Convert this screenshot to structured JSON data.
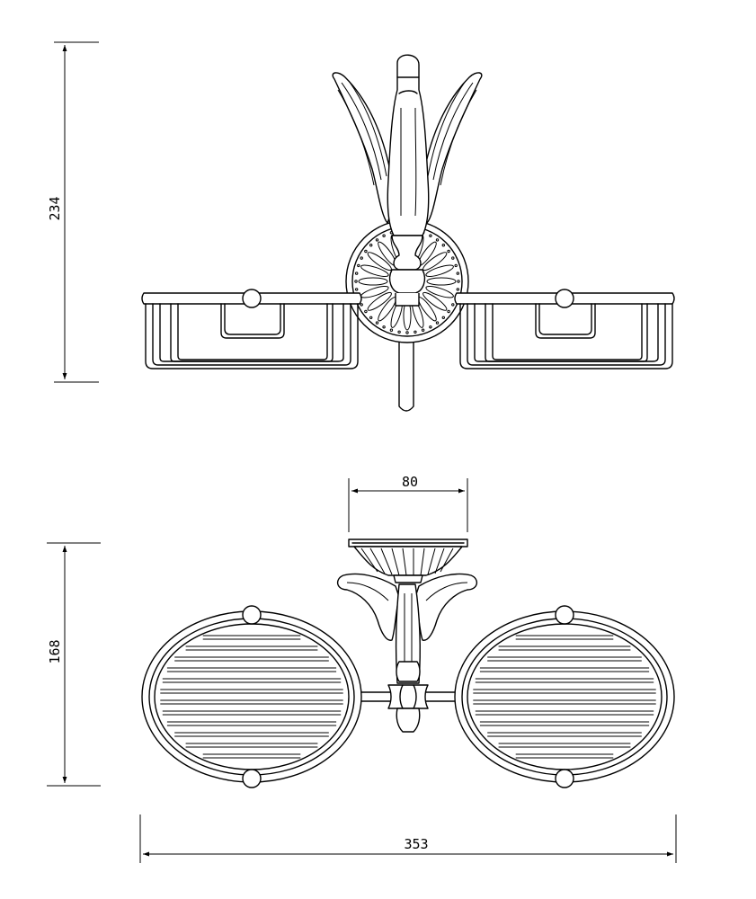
{
  "dimensions": {
    "height_front": "234",
    "height_top": "168",
    "width_total": "353",
    "width_mount": "80"
  }
}
